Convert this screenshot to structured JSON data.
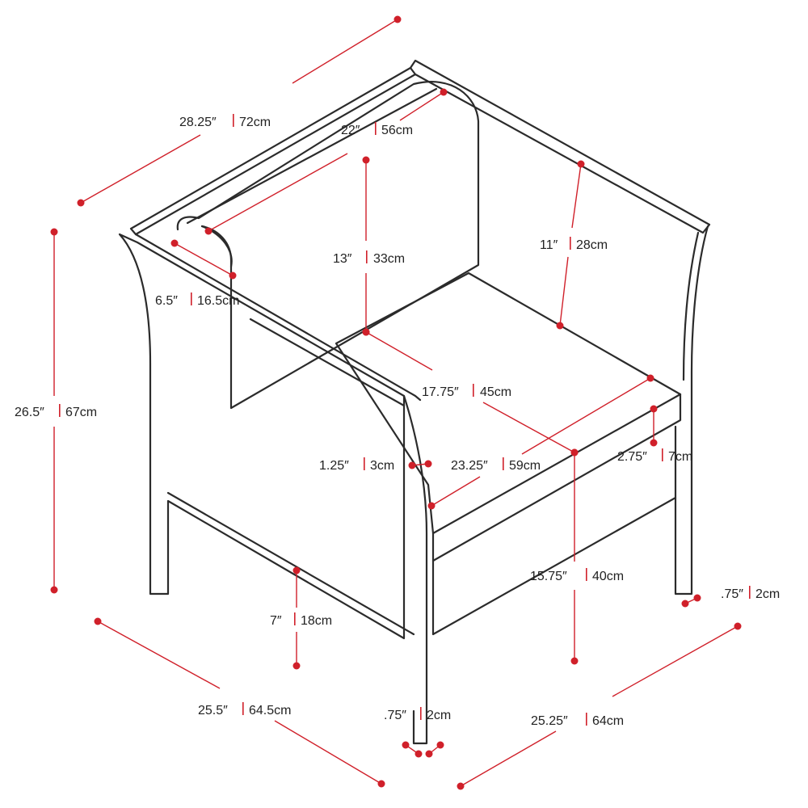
{
  "dimensions": [
    {
      "id": "overall-width-top",
      "inch": "28.25″",
      "cm": "72cm"
    },
    {
      "id": "cushion-length",
      "inch": "22″",
      "cm": "56cm"
    },
    {
      "id": "back-height",
      "inch": "13″",
      "cm": "33cm"
    },
    {
      "id": "arm-height",
      "inch": "11″",
      "cm": "28cm"
    },
    {
      "id": "bolster-depth",
      "inch": "6.5″",
      "cm": "16.5cm"
    },
    {
      "id": "overall-height",
      "inch": "26.5″",
      "cm": "67cm"
    },
    {
      "id": "seat-depth",
      "inch": "17.75″",
      "cm": "45cm"
    },
    {
      "id": "seat-width",
      "inch": "23.25″",
      "cm": "59cm"
    },
    {
      "id": "arm-thickness",
      "inch": "1.25″",
      "cm": "3cm"
    },
    {
      "id": "cushion-thickness",
      "inch": "2.75″",
      "cm": "7cm"
    },
    {
      "id": "seat-height",
      "inch": "15.75″",
      "cm": "40cm"
    },
    {
      "id": "leg-thickness-back",
      "inch": ".75″",
      "cm": "2cm"
    },
    {
      "id": "leg-height",
      "inch": "7″",
      "cm": "18cm"
    },
    {
      "id": "overall-depth",
      "inch": "25.5″",
      "cm": "64.5cm"
    },
    {
      "id": "leg-thickness-front",
      "inch": ".75″",
      "cm": "2cm"
    },
    {
      "id": "overall-width-bottom",
      "inch": "25.25″",
      "cm": "64cm"
    }
  ],
  "colors": {
    "dimension_line": "#d0202a",
    "outline": "#2b2b2b",
    "text": "#222222"
  }
}
